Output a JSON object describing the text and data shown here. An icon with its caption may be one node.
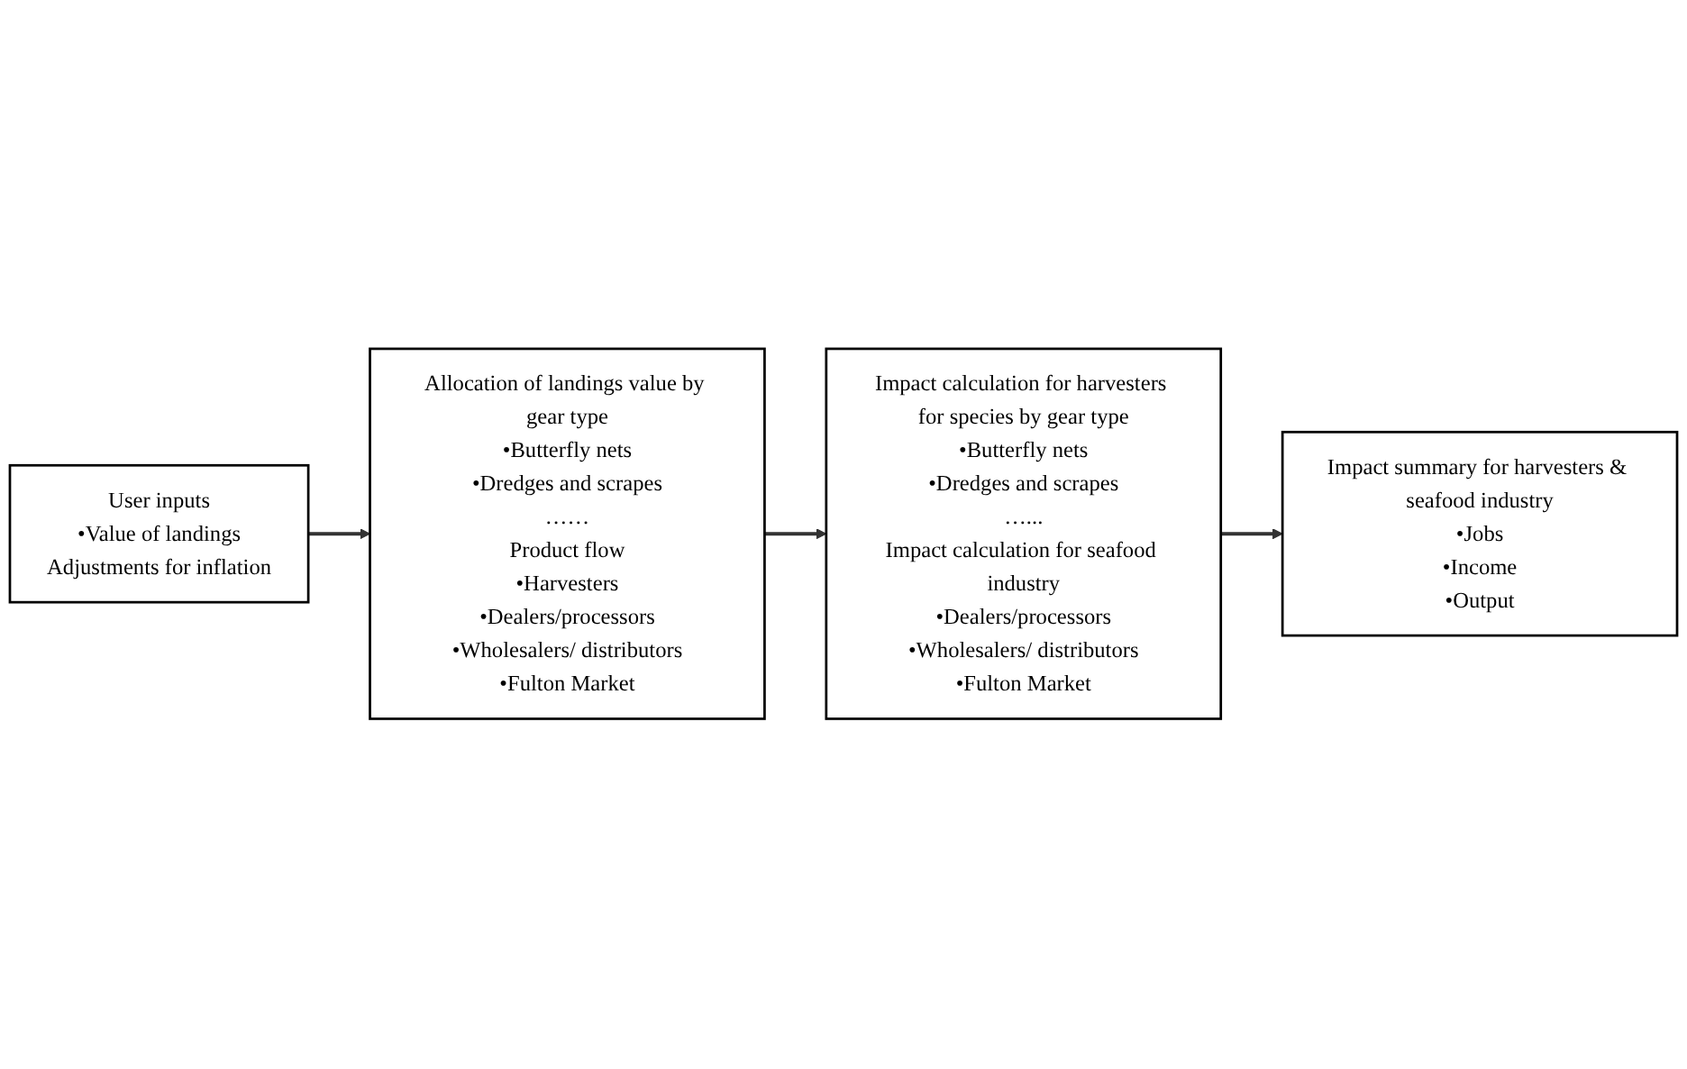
{
  "diagram": {
    "nodes": [
      {
        "text": [
          "User inputs",
          "•Value of landings",
          "Adjustments for inflation"
        ]
      },
      {
        "text": [
          "Allocation of landings value by gear type",
          "•Butterfly nets",
          "•Dredges and scrapes",
          "……",
          "Product flow",
          "•Harvesters",
          "•Dealers/processors",
          "•Wholesalers/ distributors",
          "•Fulton Market"
        ]
      },
      {
        "text": [
          "Impact calculation for harvesters for species by gear type",
          "•Butterfly nets",
          "•Dredges and scrapes",
          "…...",
          "Impact calculation for seafood industry",
          "•Dealers/processors",
          "•Wholesalers/ distributors",
          "•Fulton Market"
        ]
      },
      {
        "text": [
          "Impact summary for harvesters & seafood industry",
          "•Jobs",
          "•Income",
          "•Output"
        ]
      }
    ],
    "edges": [
      {
        "from": 0,
        "to": 1,
        "arrow": "to"
      },
      {
        "from": 1,
        "to": 2,
        "arrow": "to"
      },
      {
        "from": 2,
        "to": 3,
        "arrow": "to"
      }
    ]
  }
}
